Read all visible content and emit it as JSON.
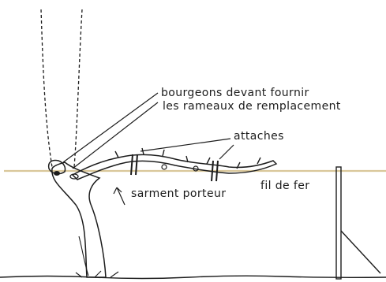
{
  "colors": {
    "ink": "#1c1c1c",
    "wire": "#d9c79a",
    "background": "#ffffff"
  },
  "labels": {
    "buds_line1": "bourgeons devant fournir",
    "buds_line2": "les rameaux de remplacement",
    "ties": "attaches",
    "fruiting_cane": "sarment porteur",
    "wire": "fil de fer"
  }
}
